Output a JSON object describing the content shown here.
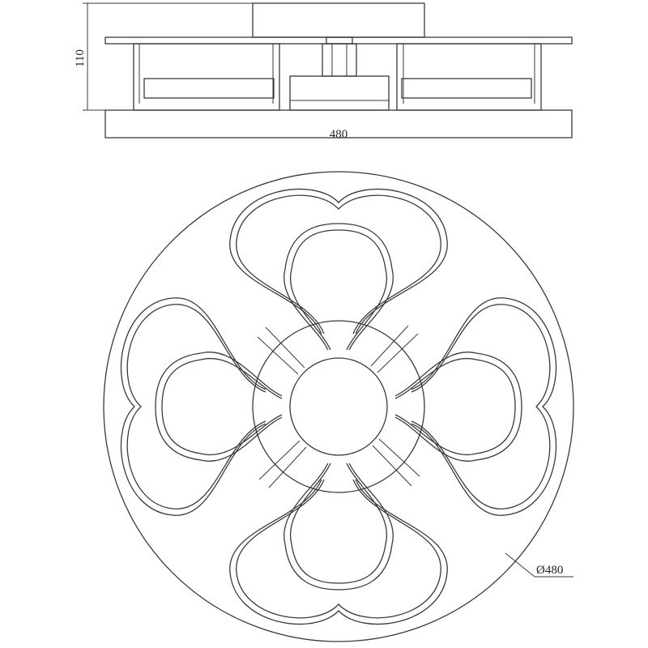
{
  "side_view": {
    "width_label": "480",
    "height_label": "110"
  },
  "top_view": {
    "diameter_label": "Ø480",
    "petal_count": 4
  },
  "colors": {
    "line": "#3a3a3a",
    "background": "#ffffff"
  }
}
